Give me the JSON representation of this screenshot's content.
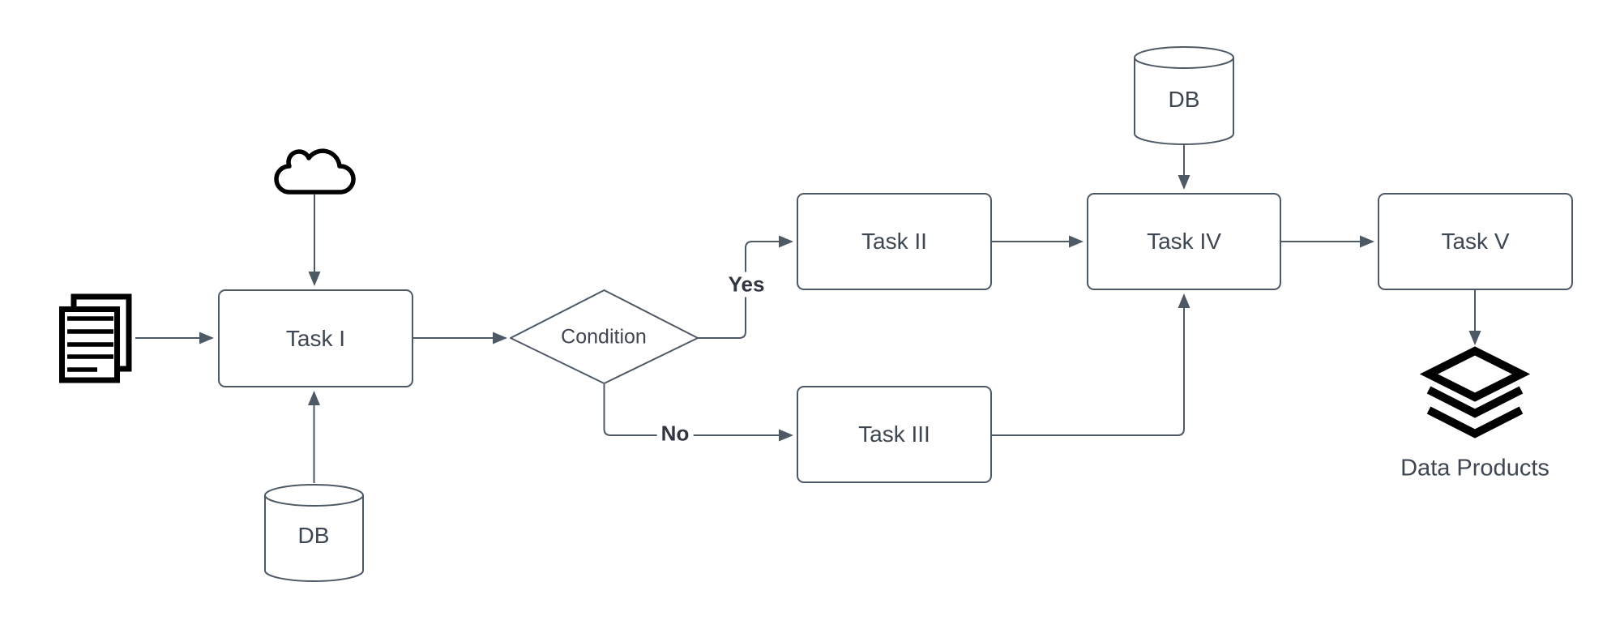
{
  "diagram": {
    "colors": {
      "background": "#ffffff",
      "stroke": "#4e5966",
      "text": "#3d4651",
      "edge_label_text": "#2f3640",
      "icon": "#000000",
      "node_fill": "#ffffff"
    },
    "nodes": {
      "task1": {
        "label": "Task I"
      },
      "task2": {
        "label": "Task II"
      },
      "task3": {
        "label": "Task III"
      },
      "task4": {
        "label": "Task IV"
      },
      "task5": {
        "label": "Task V"
      },
      "condition": {
        "label": "Condition"
      },
      "db_left": {
        "label": "DB"
      },
      "db_top": {
        "label": "DB"
      },
      "data_products": {
        "label": "Data Products"
      }
    },
    "edge_labels": {
      "yes": "Yes",
      "no": "No"
    },
    "icons": {
      "input_documents": "documents-icon",
      "cloud_source": "cloud-icon",
      "db_left": "database-cylinder-icon",
      "db_top": "database-cylinder-icon",
      "data_products": "layers-icon"
    }
  }
}
